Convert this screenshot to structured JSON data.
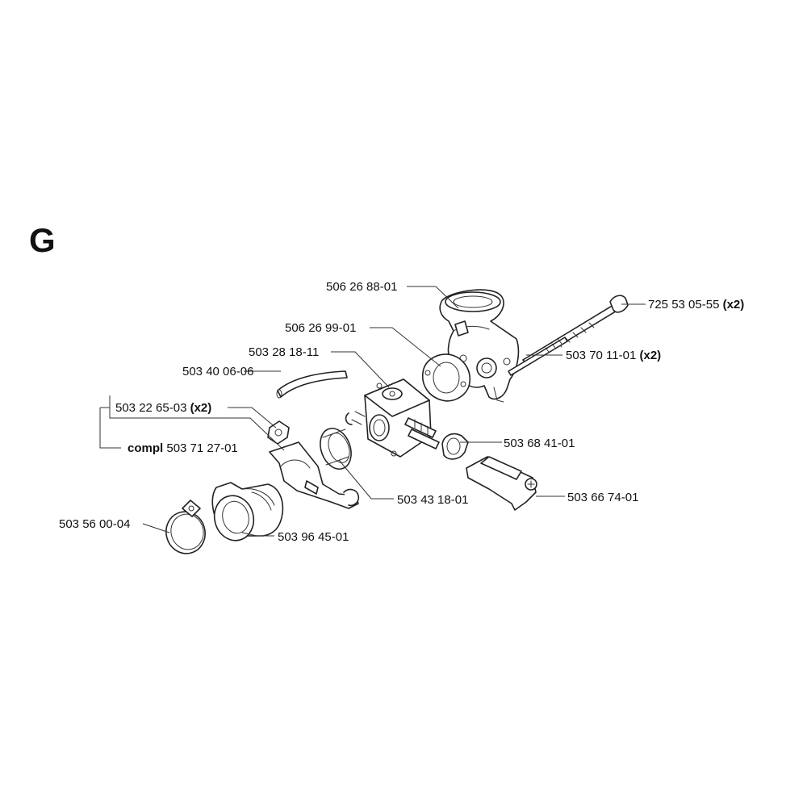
{
  "section_letter": "G",
  "labels": {
    "p_506_26_88_01": "506 26 88-01",
    "p_725_53_05_55": "725 53 05-55",
    "p_725_53_05_55_qty": "(x2)",
    "p_506_26_99_01": "506 26 99-01",
    "p_503_28_18_11": "503 28 18-11",
    "p_503_70_11_01": "503 70 11-01",
    "p_503_70_11_01_qty": "(x2)",
    "p_503_40_06_06": "503 40 06-06",
    "p_503_22_65_03": "503 22 65-03",
    "p_503_22_65_03_qty": "(x2)",
    "compl_prefix": "compl",
    "p_503_71_27_01": "503 71 27-01",
    "p_503_68_41_01": "503 68 41-01",
    "p_503_43_18_01": "503 43 18-01",
    "p_503_66_74_01": "503 66 74-01",
    "p_503_56_00_04": "503 56 00-04",
    "p_503_96_45_01": "503 96 45-01"
  }
}
